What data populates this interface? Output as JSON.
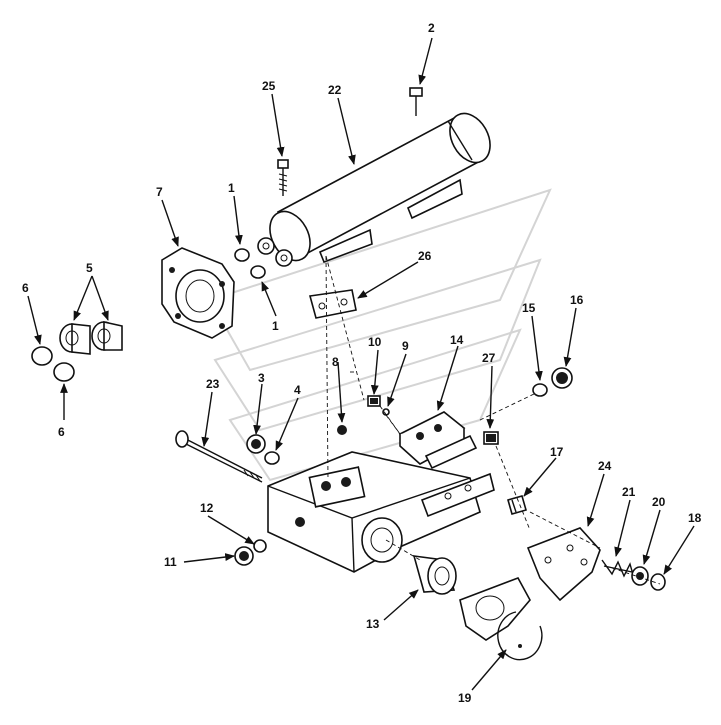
{
  "diagram": {
    "callouts": [
      {
        "id": "c2",
        "label": "2"
      },
      {
        "id": "c25",
        "label": "25"
      },
      {
        "id": "c22",
        "label": "22"
      },
      {
        "id": "c7",
        "label": "7"
      },
      {
        "id": "c1a",
        "label": "1"
      },
      {
        "id": "c1b",
        "label": "1"
      },
      {
        "id": "c26",
        "label": "26"
      },
      {
        "id": "c5",
        "label": "5"
      },
      {
        "id": "c6a",
        "label": "6"
      },
      {
        "id": "c6b",
        "label": "6"
      },
      {
        "id": "c15",
        "label": "15"
      },
      {
        "id": "c16",
        "label": "16"
      },
      {
        "id": "c10",
        "label": "10"
      },
      {
        "id": "c8",
        "label": "8"
      },
      {
        "id": "c9",
        "label": "9"
      },
      {
        "id": "c14",
        "label": "14"
      },
      {
        "id": "c27",
        "label": "27"
      },
      {
        "id": "c23",
        "label": "23"
      },
      {
        "id": "c3",
        "label": "3"
      },
      {
        "id": "c4",
        "label": "4"
      },
      {
        "id": "c17",
        "label": "17"
      },
      {
        "id": "c24",
        "label": "24"
      },
      {
        "id": "c12",
        "label": "12"
      },
      {
        "id": "c21",
        "label": "21"
      },
      {
        "id": "c20",
        "label": "20"
      },
      {
        "id": "c18",
        "label": "18"
      },
      {
        "id": "c11",
        "label": "11"
      },
      {
        "id": "c13",
        "label": "13"
      },
      {
        "id": "c19",
        "label": "19"
      }
    ]
  }
}
